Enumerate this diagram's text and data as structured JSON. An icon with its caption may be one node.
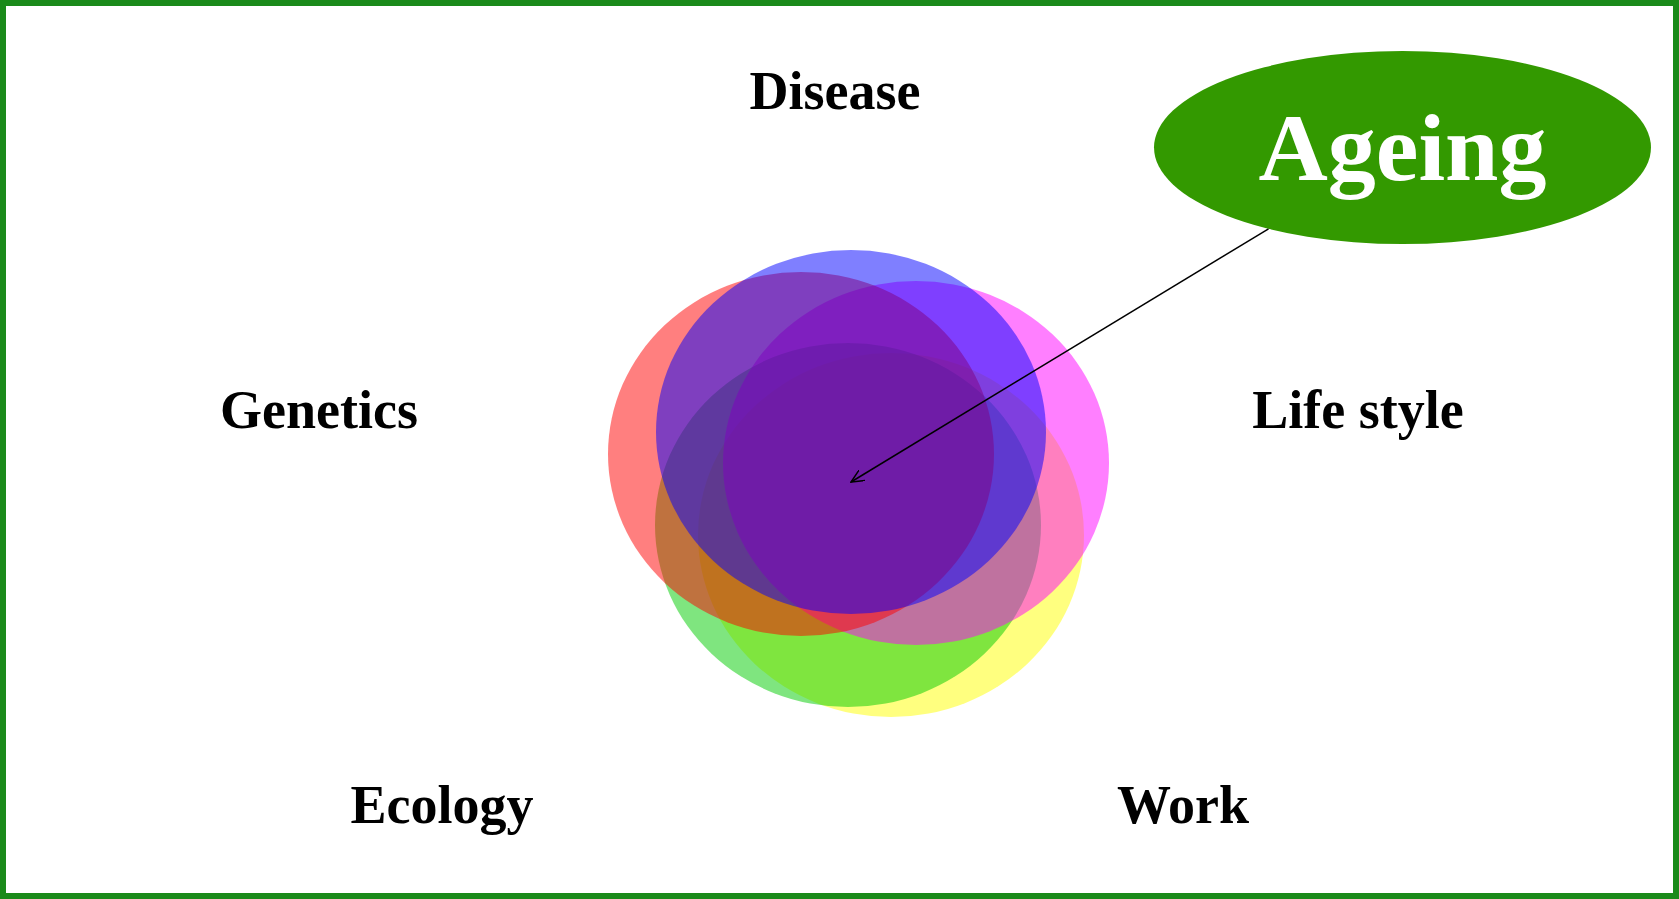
{
  "diagram": {
    "nodes": [
      {
        "text": [
          "Ageing"
        ]
      },
      {
        "text": [],
        "shape": "circle"
      }
    ],
    "edges": [
      {
        "from": 0,
        "to": 1,
        "arrow": "to"
      }
    ],
    "labels": [
      "Disease",
      "Genetics",
      "Life style",
      "Ecology",
      "Work"
    ]
  }
}
